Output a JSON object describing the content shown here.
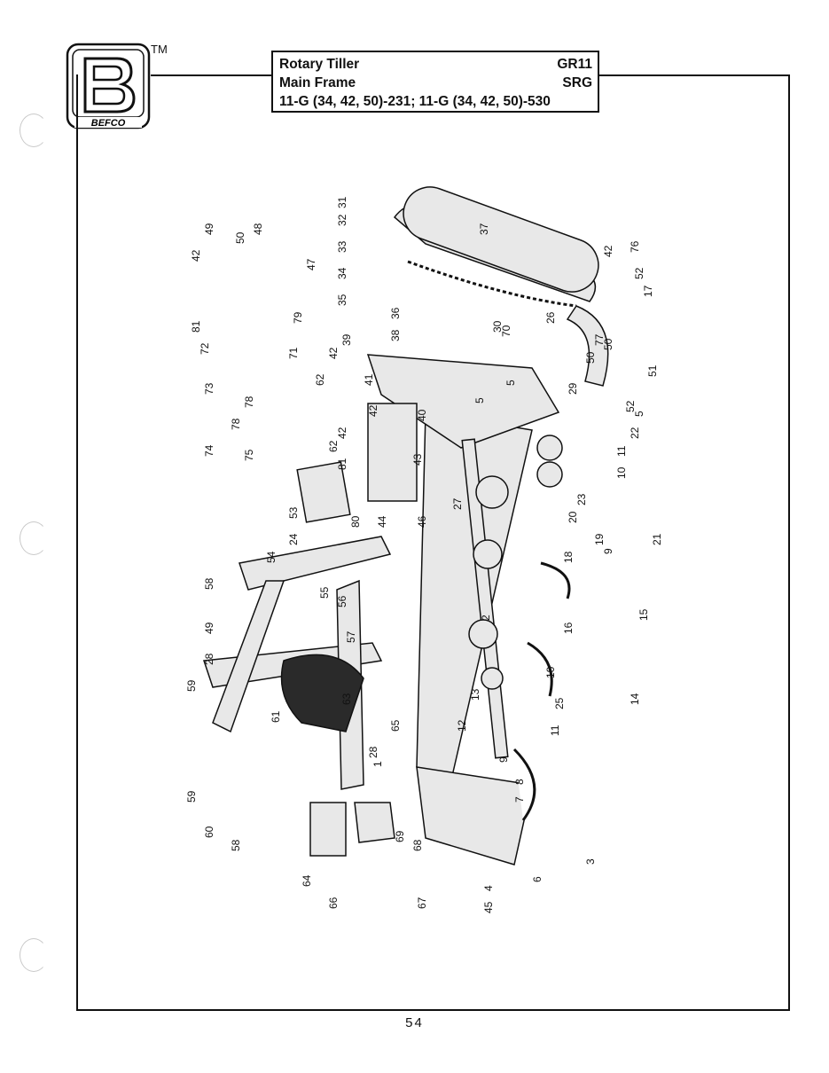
{
  "brand": {
    "logo_letter": "B",
    "name": "BEFCO",
    "trademark": "TM"
  },
  "header": {
    "line1_left": "Rotary Tiller",
    "line1_right": "GR11",
    "line2_left": "Main Frame",
    "line2_right": "SRG",
    "line3": "11-G (34, 42, 50)-231; 11-G (34, 42, 50)-530"
  },
  "part_labels": [
    "1",
    "2",
    "3",
    "4",
    "5",
    "5",
    "5",
    "6",
    "7",
    "8",
    "9",
    "9",
    "10",
    "10",
    "11",
    "11",
    "12",
    "13",
    "14",
    "15",
    "16",
    "17",
    "18",
    "19",
    "20",
    "21",
    "22",
    "23",
    "24",
    "25",
    "26",
    "27",
    "28",
    "28",
    "29",
    "30",
    "31",
    "32",
    "33",
    "34",
    "35",
    "36",
    "37",
    "38",
    "39",
    "40",
    "41",
    "42",
    "42",
    "42",
    "42",
    "42",
    "43",
    "44",
    "45",
    "46",
    "47",
    "48",
    "49",
    "49",
    "50",
    "50",
    "50",
    "51",
    "52",
    "52",
    "53",
    "54",
    "55",
    "56",
    "57",
    "58",
    "58",
    "59",
    "59",
    "60",
    "61",
    "62",
    "62",
    "63",
    "64",
    "65",
    "66",
    "67",
    "68",
    "69",
    "70",
    "71",
    "72",
    "73",
    "74",
    "75",
    "76",
    "77",
    "78",
    "78",
    "79",
    "80",
    "81",
    "81"
  ],
  "page_number": "54",
  "colors": {
    "ink": "#111111",
    "paper": "#ffffff",
    "part_fill": "#e8e8e8",
    "dark_part": "#2a2a2a"
  }
}
